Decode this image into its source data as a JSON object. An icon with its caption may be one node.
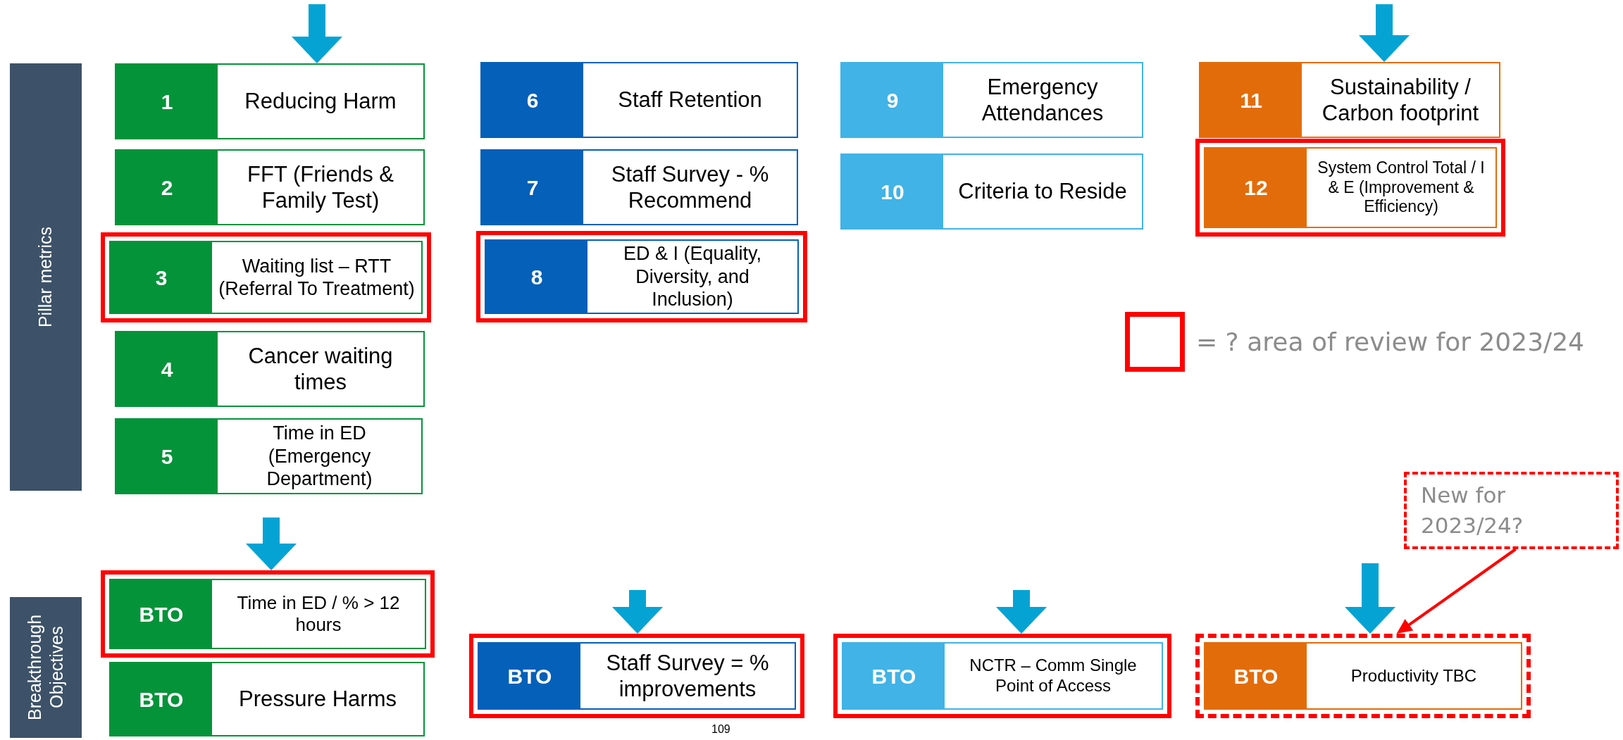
{
  "diagram": {
    "nodes": [
      {
        "text": [
          "Pillar metrics"
        ]
      },
      {
        "text": [
          "1",
          "Reducing Harm"
        ]
      },
      {
        "text": [
          "2",
          "FFT (Friends & Family Test)"
        ]
      },
      {
        "text": [],
        "shape": "box"
      },
      {
        "text": [
          "3",
          "Waiting list – RTT (Referral To Treatment)"
        ],
        "in": 3
      },
      {
        "text": [
          "4",
          "Cancer waiting times"
        ]
      },
      {
        "text": [
          "5",
          "Time in ED (Emergency Department)"
        ]
      },
      {
        "text": [
          "6",
          "Staff Retention"
        ]
      },
      {
        "text": [
          "7",
          "Staff Survey - % Recommend"
        ]
      },
      {
        "text": [],
        "shape": "box"
      },
      {
        "text": [
          "8",
          "ED & I (Equality, Diversity, and Inclusion)"
        ],
        "in": 9
      },
      {
        "text": [
          "9",
          "Emergency Attendances"
        ]
      },
      {
        "text": [
          "10",
          "Criteria to Reside"
        ]
      },
      {
        "text": [
          "11",
          "Sustainability / Carbon footprint"
        ]
      },
      {
        "text": [],
        "shape": "box"
      },
      {
        "text": [
          "12",
          "System Control Total / I & E (Improvement & Efficiency)"
        ],
        "in": 14
      },
      {
        "text": [
          "Breakthrough Objectives"
        ]
      },
      {
        "text": [],
        "shape": "box"
      },
      {
        "text": [
          "BTO",
          "Time in ED / % > 12 hours"
        ],
        "in": 17
      },
      {
        "text": [
          "BTO",
          "Pressure Harms"
        ]
      },
      {
        "text": [],
        "shape": "box"
      },
      {
        "text": [
          "BTO",
          "Staff Survey = % improvements"
        ],
        "in": 20
      },
      {
        "text": [],
        "shape": "box"
      },
      {
        "text": [
          "BTO",
          "NCTR – Comm Single Point of Access"
        ],
        "in": 22
      },
      {
        "text": [],
        "shape": "box"
      },
      {
        "text": [
          "BTO",
          "Productivity TBC"
        ],
        "in": 24
      },
      {
        "text": [
          "New for 2023/24?"
        ]
      }
    ],
    "edges": [
      {
        "from": null,
        "to": 1,
        "arrow": "to"
      },
      {
        "from": null,
        "to": 13,
        "arrow": "to"
      },
      {
        "from": null,
        "to": 17,
        "arrow": "to"
      },
      {
        "from": null,
        "to": 20,
        "arrow": "to"
      },
      {
        "from": null,
        "to": 22,
        "arrow": "to"
      },
      {
        "from": null,
        "to": 24,
        "arrow": "to"
      },
      {
        "from": 26,
        "to": 24,
        "arrow": "to",
        "color": "#ff0000"
      }
    ],
    "labels": [
      "109"
    ],
    "legend": [
      {
        "text": "= ? area of review for 2023/24"
      }
    ]
  }
}
